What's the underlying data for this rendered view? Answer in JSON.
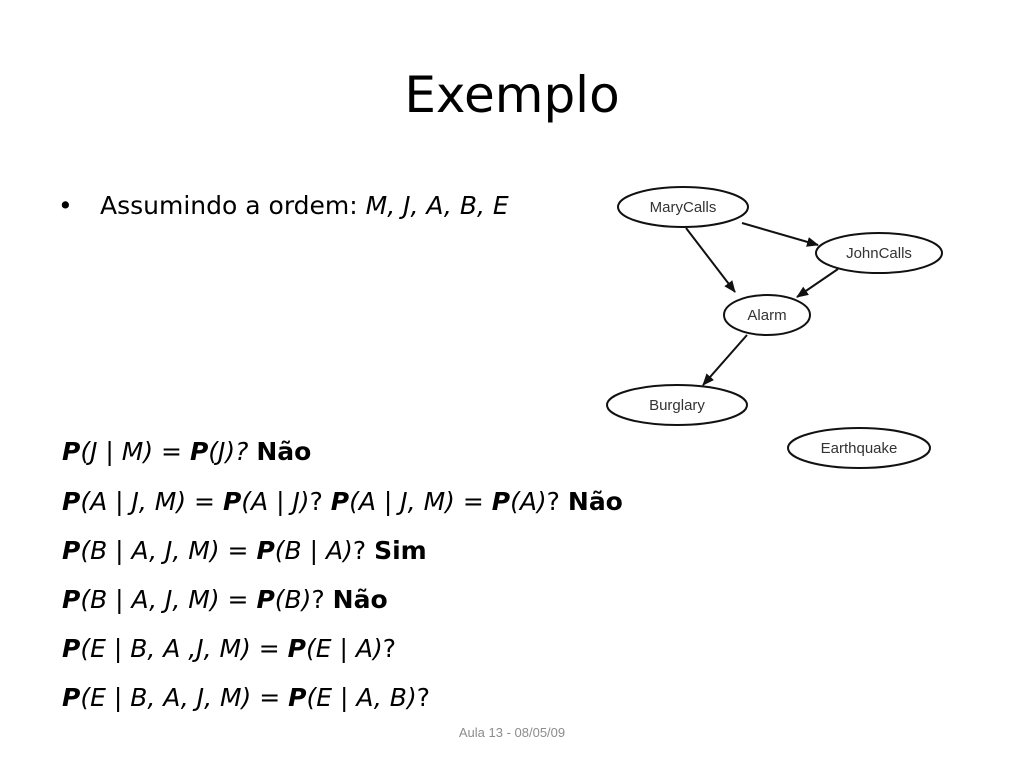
{
  "slide": {
    "title": "Exemplo",
    "bullet": {
      "prefix": "Assumindo a ordem: ",
      "order": "M, J, A, B, E"
    },
    "footer": "Aula 13 - 08/05/09"
  },
  "equations": [
    {
      "lhs_p": "P",
      "lhs": "(J | M) = ",
      "rhs_p": "P",
      "rhs": "(J)?",
      "tail": " ",
      "answer": "Não"
    },
    {
      "lhs_p": "P",
      "lhs": "(A | J, M) = ",
      "rhs_p": "P",
      "rhs": "(A | J)",
      "mid": "? ",
      "lhs2_p": "P",
      "lhs2": "(A | J, M) = ",
      "rhs2_p": "P",
      "rhs2": "(A)",
      "tail": "? ",
      "answer": "Não"
    },
    {
      "lhs_p": "P",
      "lhs": "(B | A, J, M) = ",
      "rhs_p": "P",
      "rhs": "(B | A)",
      "tail": "? ",
      "answer": "Sim"
    },
    {
      "lhs_p": "P",
      "lhs": "(B | A, J, M) = ",
      "rhs_p": "P",
      "rhs": "(B)",
      "tail": "? ",
      "answer": "Não"
    },
    {
      "lhs_p": "P",
      "lhs": "(E | B, A ,J, M) = ",
      "rhs_p": "P",
      "rhs": "(E | A)",
      "tail": "?"
    },
    {
      "lhs_p": "P",
      "lhs": "(E | B, A, J, M) = ",
      "rhs_p": "P",
      "rhs": "(E | A, B)",
      "tail": "?"
    }
  ],
  "network": {
    "nodes": {
      "marycalls": "MaryCalls",
      "johncalls": "JohnCalls",
      "alarm": "Alarm",
      "burglary": "Burglary",
      "earthquake": "Earthquake"
    }
  }
}
